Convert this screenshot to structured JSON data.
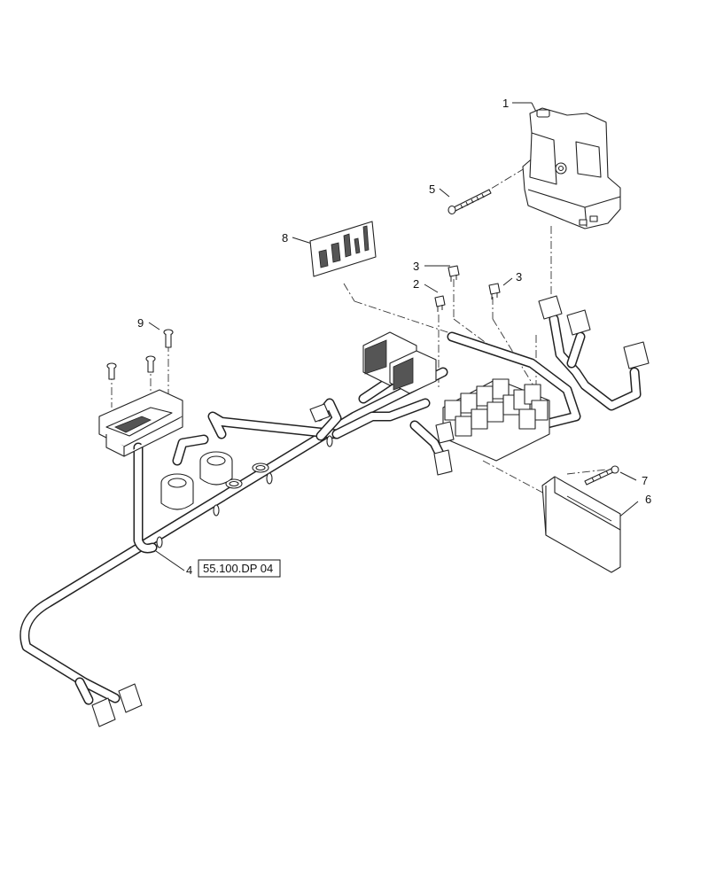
{
  "callouts": {
    "c1": "1",
    "c2": "2",
    "c3a": "3",
    "c3b": "3",
    "c4": "4",
    "c5": "5",
    "c6": "6",
    "c7": "7",
    "c8": "8",
    "c9": "9"
  },
  "reference": {
    "text": "55.100.DP 04"
  }
}
